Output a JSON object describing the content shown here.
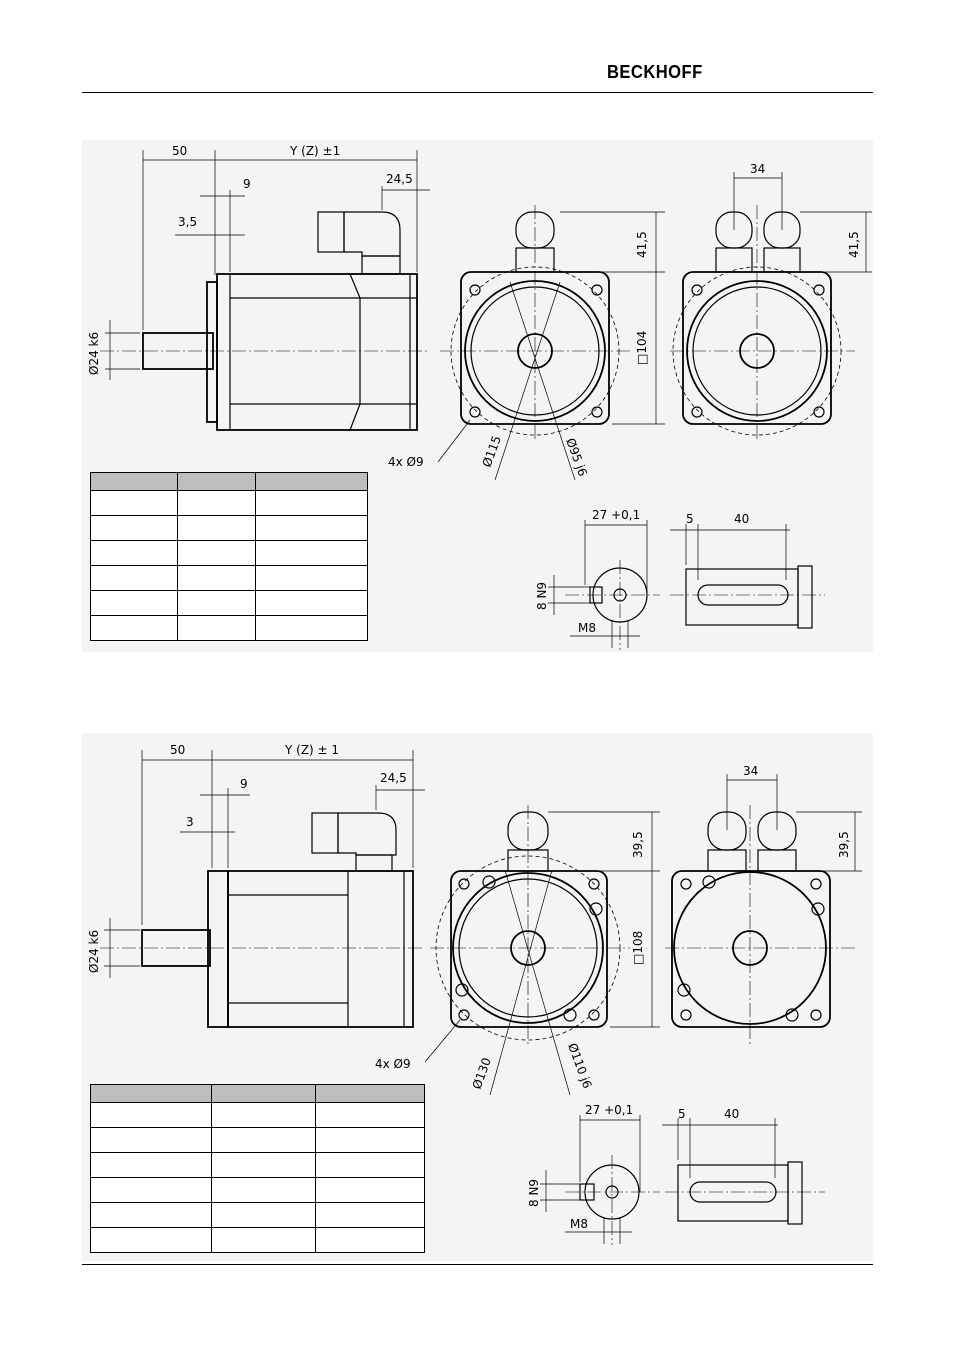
{
  "header": {
    "brand": "BECKHOFF"
  },
  "drawing1": {
    "dim_shaft_length": "50",
    "dim_body": "Y (Z) ±1",
    "dim_9": "9",
    "dim_3_5": "3,5",
    "dim_24_5": "24,5",
    "dim_shaft_dia": "Ø24 k6",
    "dim_34": "34",
    "dim_41_5_a": "41,5",
    "dim_41_5_b": "41,5",
    "dim_square": "□104",
    "dim_holes": "4x Ø9",
    "dim_pcd": "Ø115",
    "dim_pilot": "Ø95 j6",
    "dim_27": "27 +0,1",
    "dim_5": "5",
    "dim_40": "40",
    "dim_key": "8 N9",
    "dim_thread": "M8"
  },
  "drawing2": {
    "dim_shaft_length": "50",
    "dim_body": "Y (Z) ± 1",
    "dim_9": "9",
    "dim_3": "3",
    "dim_24_5": "24,5",
    "dim_shaft_dia": "Ø24 k6",
    "dim_34": "34",
    "dim_39_5_a": "39,5",
    "dim_39_5_b": "39,5",
    "dim_square": "□108",
    "dim_holes": "4x Ø9",
    "dim_pcd": "Ø130",
    "dim_pilot": "Ø110 j6",
    "dim_27": "27 +0,1",
    "dim_5": "5",
    "dim_40": "40",
    "dim_key": "8 N9",
    "dim_thread": "M8"
  },
  "table1": {
    "rows": 7,
    "cols": 3
  },
  "table2": {
    "rows": 7,
    "cols": 3
  }
}
